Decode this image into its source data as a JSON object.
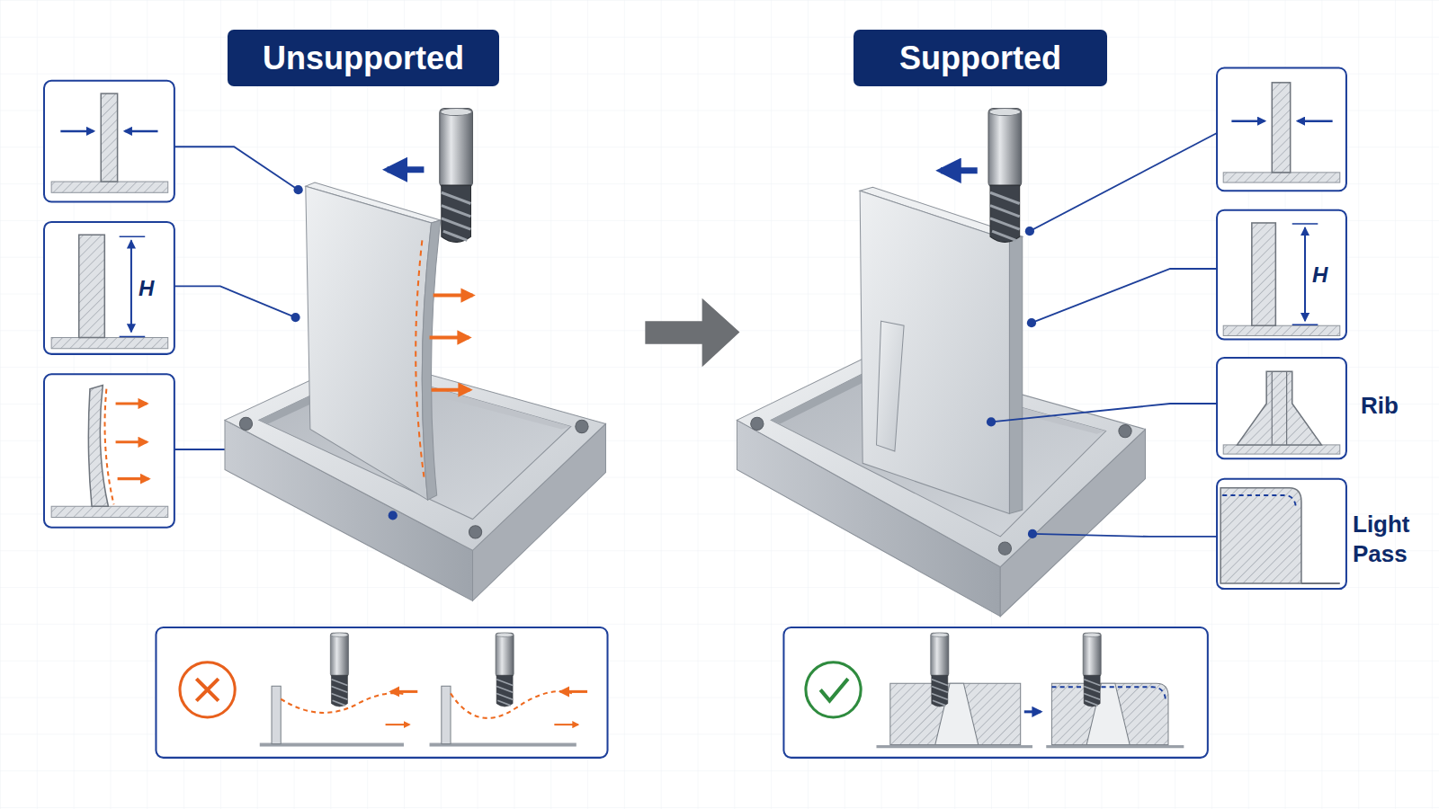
{
  "diagram": {
    "nodes": [
      {
        "text": [
          "Unsupported"
        ]
      },
      {
        "text": [
          "Supported"
        ]
      }
    ],
    "labels": [
      "H",
      "H",
      "Rib",
      "Light Pass"
    ]
  }
}
